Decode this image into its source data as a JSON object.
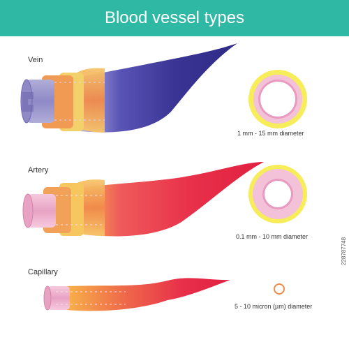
{
  "header": {
    "title": "Blood vessel types",
    "color": "#2fb8a3"
  },
  "vessels": [
    {
      "name": "Vein",
      "diameter": "1 mm - 15 mm diameter",
      "color": "#3a3494"
    },
    {
      "name": "Artery",
      "diameter": "0.1 mm - 10 mm diameter",
      "color": "#e8304a"
    },
    {
      "name": "Capillary",
      "diameter": "5 - 10 micron (µm) diameter",
      "color": "#e8304a"
    }
  ],
  "stock_id": "228787748"
}
